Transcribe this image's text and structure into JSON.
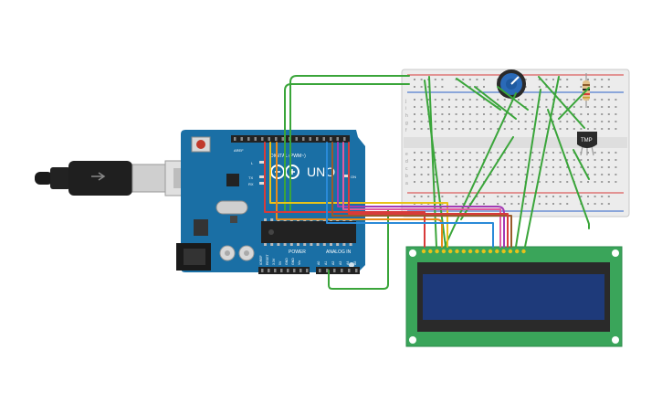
{
  "arduino": {
    "brand": "UNO",
    "digital_label": "DIGITAL (PWM~)",
    "power_label": "POWER",
    "analog_label": "ANALOG IN",
    "led_labels": [
      "L",
      "TX",
      "RX"
    ],
    "on_label": "ON",
    "aref_label": "AREF",
    "analog_pins": [
      "A0",
      "A1",
      "A2",
      "A3",
      "A4",
      "A5"
    ],
    "power_pins": [
      "IOREF",
      "RESET",
      "3.3V",
      "5V",
      "GND",
      "GND",
      "Vin"
    ]
  },
  "sensor": {
    "label": "TMP"
  },
  "breadboard": {
    "row_letters_top": [
      "j",
      "i",
      "h",
      "g",
      "f"
    ],
    "row_letters_bottom": [
      "e",
      "d",
      "c",
      "b",
      "a"
    ]
  },
  "colors": {
    "board": "#1a6fa5",
    "wire_green": "#3aa53a",
    "wire_red": "#d83a3a",
    "wire_yellow": "#e8c21a",
    "wire_orange": "#e88a1a",
    "wire_purple": "#a33ab5",
    "wire_pink": "#e05aa0",
    "wire_blue": "#2a8ad8",
    "wire_brown": "#9a5a2a",
    "lcd_pcb": "#3aa55a",
    "lcd_screen": "#1e3a7a"
  }
}
